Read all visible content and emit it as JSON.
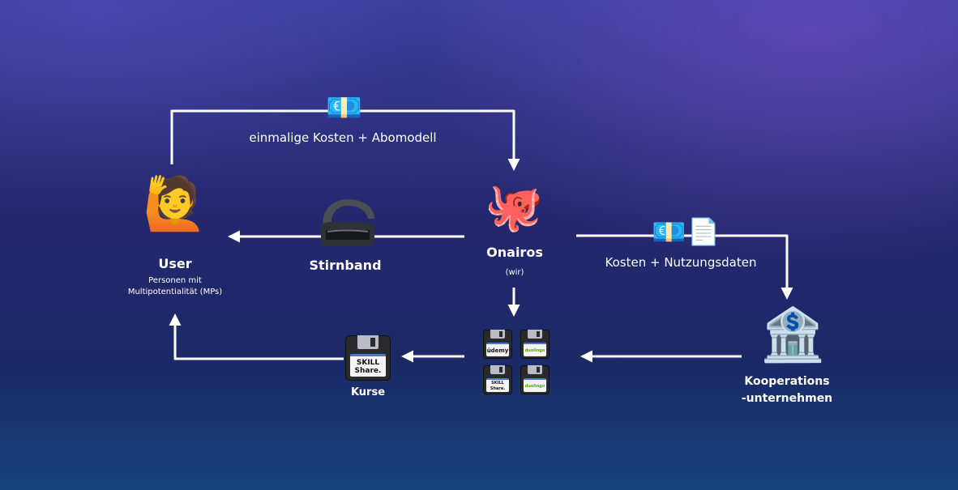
{
  "nodes": {
    "user": {
      "icon": "person-raising-hand-icon",
      "emoji": "🙋",
      "title": "User",
      "subtitle_line1": "Personen mit",
      "subtitle_line2": "Multipotentialität (MPs)"
    },
    "stirnband": {
      "icon": "vr-headband-icon",
      "title": "Stirnband"
    },
    "onairos": {
      "icon": "octopus-icon",
      "emoji": "🐙",
      "title": "Onairos",
      "subtitle": "(wir)"
    },
    "kurse": {
      "icon": "floppy-disk-icon",
      "title": "Kurse",
      "plate_text_1": "SKILL",
      "plate_text_2": "Share."
    },
    "course_grid": {
      "items": [
        {
          "icon": "floppy-disk-icon",
          "label": "ūdemy"
        },
        {
          "icon": "floppy-disk-icon",
          "label": "duolingo"
        },
        {
          "icon": "floppy-disk-icon",
          "label_1": "SKILL",
          "label_2": "Share."
        },
        {
          "icon": "floppy-disk-icon",
          "label": "duolingo"
        }
      ]
    },
    "kooperation": {
      "icon": "bank-icon",
      "emoji": "🏦",
      "title_line1": "Kooperations",
      "title_line2": "-unternehmen"
    }
  },
  "flows": {
    "top": {
      "icon": "euro-banknote-icon",
      "emoji": "💶",
      "label": "einmalige Kosten + Abomodell"
    },
    "right": {
      "icons": [
        "euro-banknote-icon",
        "document-icon"
      ],
      "emoji_money": "💶",
      "emoji_doc": "📄",
      "label": "Kosten + Nutzungsdaten"
    }
  },
  "colors": {
    "line": "#ffffff",
    "bg_top": "#3a3f9c",
    "bg_bottom": "#16437a"
  }
}
